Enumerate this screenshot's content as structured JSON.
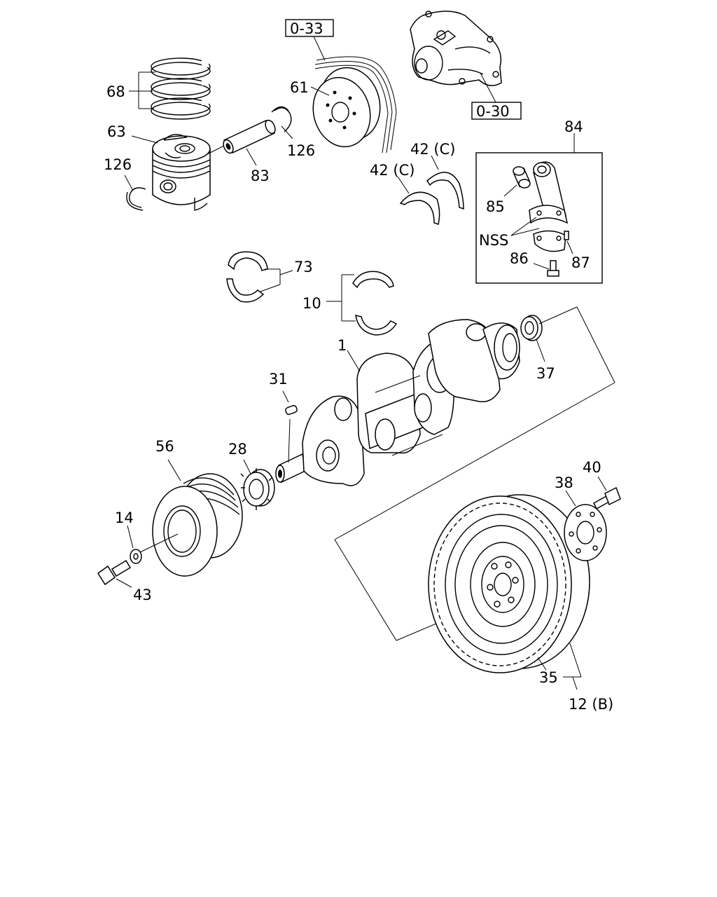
{
  "diagram": {
    "callouts": {
      "ref_0_33": "0-33",
      "ref_0_30": "0-30",
      "p68": "68",
      "p63": "63",
      "p126a": "126",
      "p126b": "126",
      "p83": "83",
      "p61": "61",
      "p42a": "42 (C)",
      "p42b": "42 (C)",
      "p84": "84",
      "p85": "85",
      "nss": "NSS",
      "p86": "86",
      "p87": "87",
      "p73": "73",
      "p10": "10",
      "p1": "1",
      "p37": "37",
      "p31": "31",
      "p56": "56",
      "p28": "28",
      "p14": "14",
      "p43": "43",
      "p40": "40",
      "p38": "38",
      "p35": "35",
      "p12b": "12 (B)"
    }
  }
}
